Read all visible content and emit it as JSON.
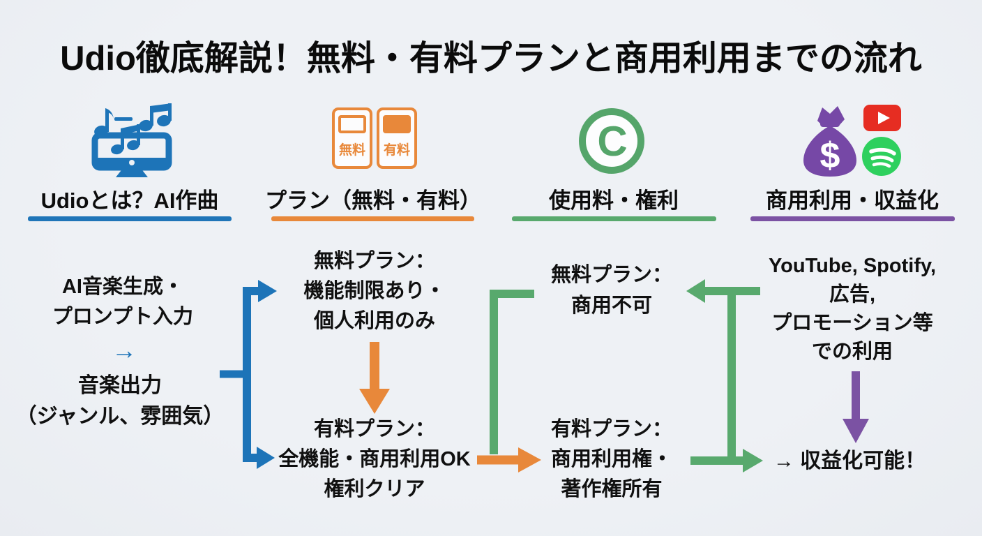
{
  "title": "Udio徹底解説！無料・有料プランと商用利用までの流れ",
  "palette": {
    "background": "#eef1f5",
    "text": "#0d0d0d",
    "blue": "#1d74b8",
    "orange": "#e8883a",
    "green": "#58a96d",
    "purple": "#7b52a3",
    "youtube_red": "#e62d22",
    "spotify_green": "#2ed05e",
    "money_bag_purple": "#7648a6"
  },
  "columns": [
    {
      "header": "Udioとは？AI作曲",
      "accent": "#1d74b8",
      "icon": "music-monitor-icon",
      "flow": {
        "input_lines": [
          "AI音楽生成・",
          "プロンプト入力"
        ],
        "arrow": "→",
        "output_lines": [
          "音楽出力",
          "（ジャンル、雰囲気）"
        ]
      }
    },
    {
      "header": "プラン（無料・有料）",
      "accent": "#e8883a",
      "icon": "plan-cards-icon",
      "cards": {
        "free_label": "無料",
        "paid_label": "有料"
      },
      "free_plan_lines": [
        "無料プラン：",
        "機能制限あり・",
        "個人利用のみ"
      ],
      "paid_plan_lines": [
        "有料プラン：",
        "全機能・商用利用OK",
        "権利クリア"
      ]
    },
    {
      "header": "使用料・権利",
      "accent": "#58a96d",
      "icon": "copyright-icon",
      "copyright_glyph": "C",
      "free_plan_lines": [
        "無料プラン：",
        "商用不可"
      ],
      "paid_plan_lines": [
        "有料プラン：",
        "商用利用権・",
        "著作権所有"
      ]
    },
    {
      "header": "商用利用・収益化",
      "accent": "#7b52a3",
      "icons": [
        "money-bag-icon",
        "youtube-icon",
        "spotify-icon"
      ],
      "money_symbol": "$",
      "usage_lines": [
        "YouTube, Spotify,",
        "広告,",
        "プロモーション等",
        "での利用"
      ],
      "monetize_line": "→ 収益化可能！"
    }
  ],
  "connectors": [
    {
      "name": "blue-fork-arrow",
      "from": "音楽出力",
      "to": "無料プラン / 有料プラン",
      "color": "#1d74b8"
    },
    {
      "name": "orange-down-arrow",
      "from": "無料プラン",
      "to": "有料プラン",
      "color": "#e8883a"
    },
    {
      "name": "orange-right-arrow",
      "from": "全機能・商用利用OK",
      "to": "有料プラン：商用利用権",
      "color": "#e8883a"
    },
    {
      "name": "green-bracket",
      "from": "有料プラン",
      "to": "無料プラン：商用不可",
      "color": "#58a96d"
    },
    {
      "name": "green-branch-arrows",
      "from": "商用利用権・著作権所有",
      "to": "無料プラン：商用不可 / 収益化可能",
      "color": "#58a96d"
    },
    {
      "name": "purple-down-arrow",
      "from": "での利用",
      "to": "収益化可能",
      "color": "#7b52a3"
    }
  ]
}
